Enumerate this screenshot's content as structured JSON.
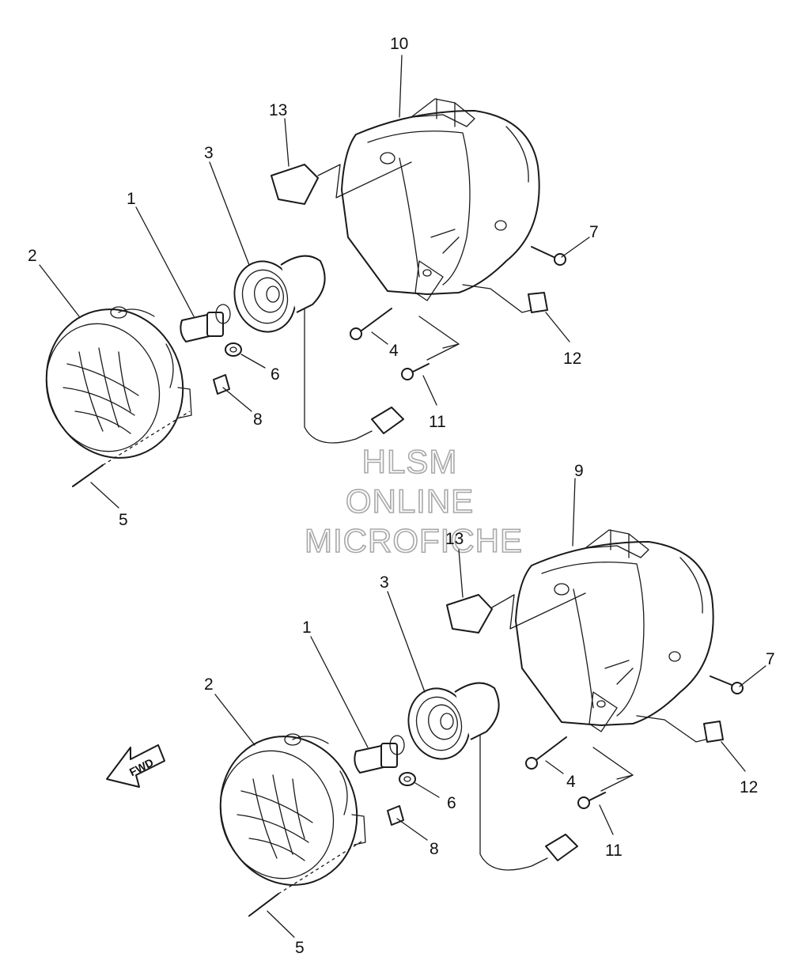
{
  "watermark": {
    "line1": "HLSM",
    "line2": "ONLINE",
    "line3": "MICROFICHE"
  },
  "fwd_label": "FWD",
  "colors": {
    "ink": "#1a1a1a",
    "watermark_outline": "#a8a8a8",
    "background": "#ffffff"
  },
  "upper_assembly": {
    "labels": {
      "p1": "1",
      "p2": "2",
      "p3": "3",
      "p4": "4",
      "p5": "5",
      "p6": "6",
      "p7": "7",
      "p8": "8",
      "p10": "10",
      "p11": "11",
      "p12": "12",
      "p13": "13"
    }
  },
  "lower_assembly": {
    "labels": {
      "p1": "1",
      "p2": "2",
      "p3": "3",
      "p4": "4",
      "p5": "5",
      "p6": "6",
      "p7": "7",
      "p8": "8",
      "p9": "9",
      "p11": "11",
      "p12": "12",
      "p13": "13"
    }
  }
}
